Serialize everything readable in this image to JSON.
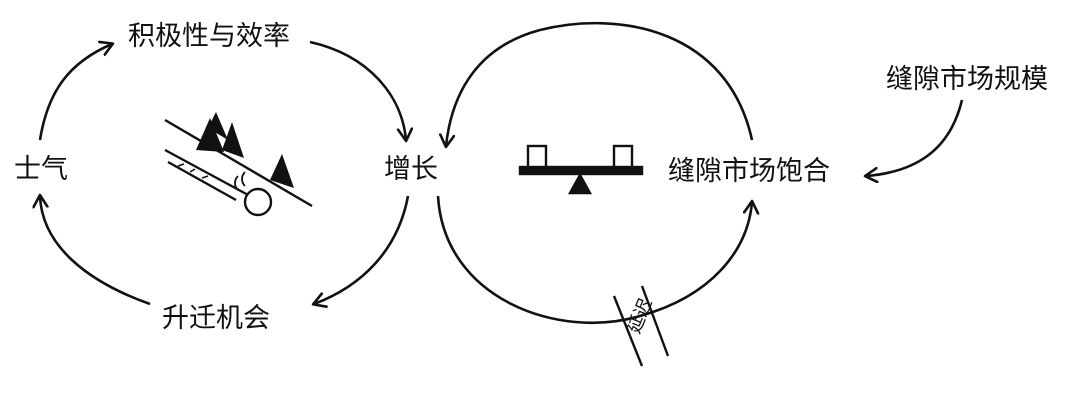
{
  "diagram": {
    "nodes": {
      "efficiency": "积极性与效率",
      "morale": "士气",
      "growth": "增长",
      "promotion": "升迁机会",
      "saturation": "缝隙市场饱合",
      "niche_size": "缝隙市场规模"
    },
    "delay_label": "延迟",
    "stroke_color": "#111111"
  }
}
